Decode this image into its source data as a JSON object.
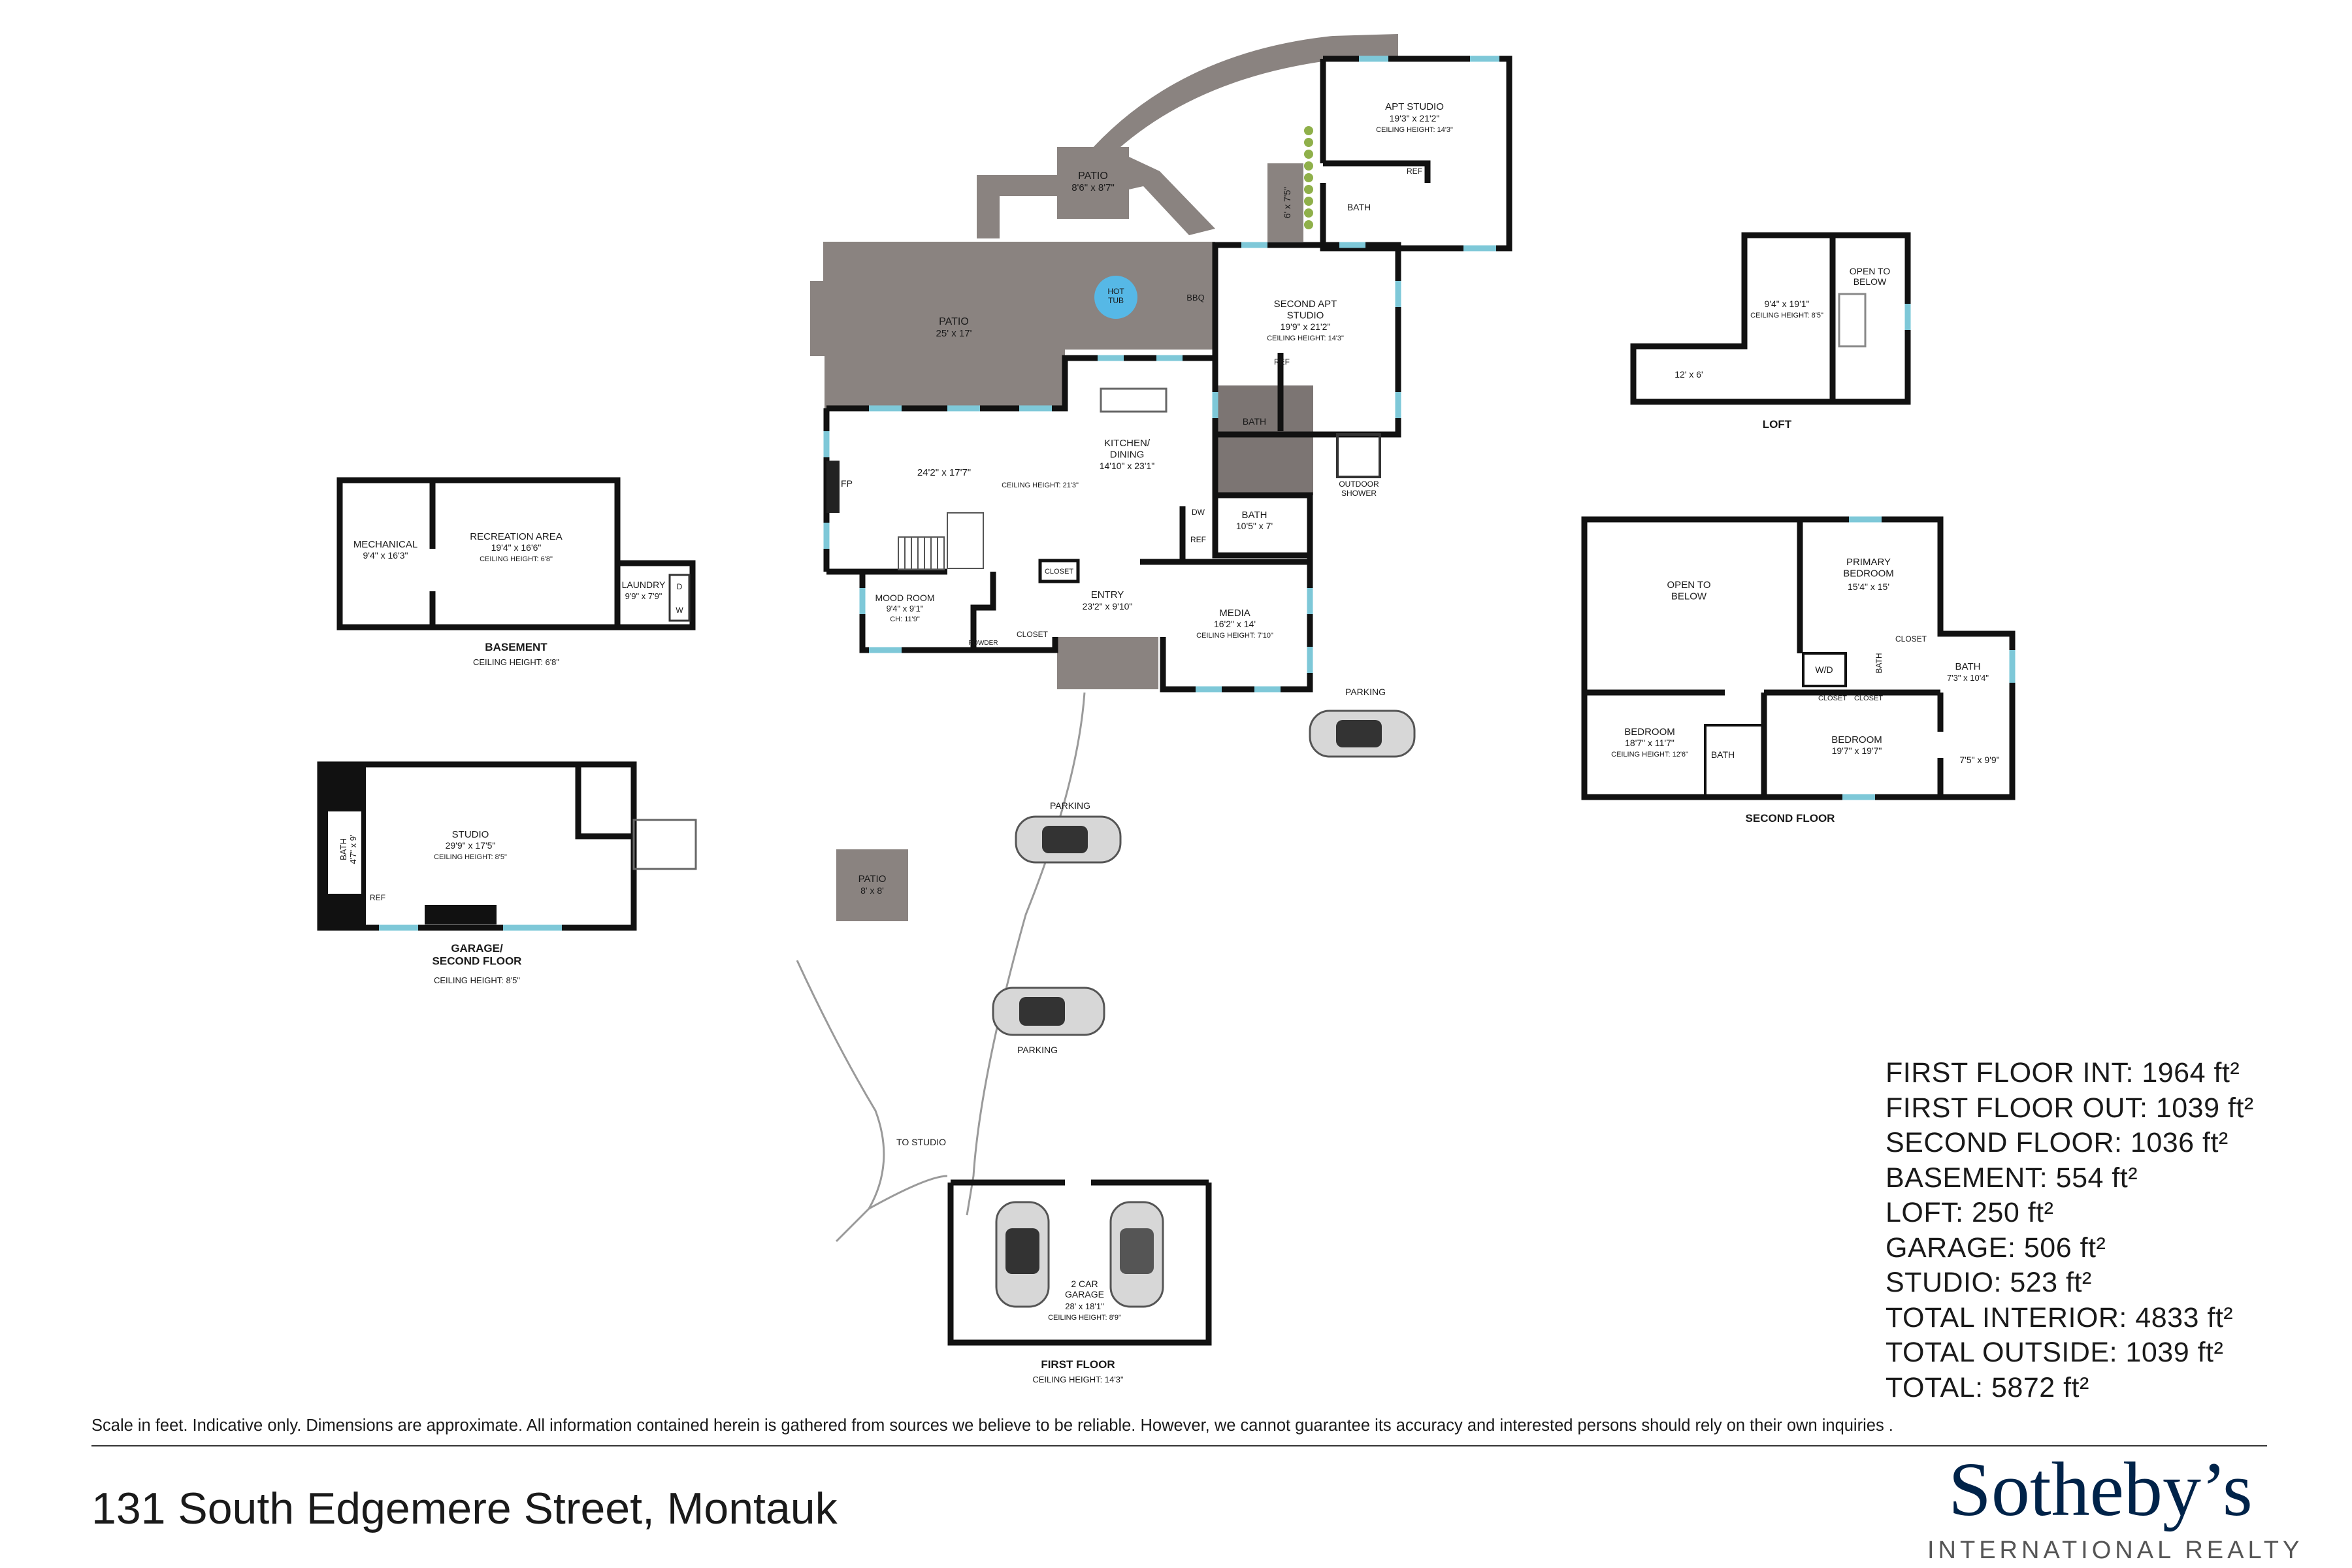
{
  "colors": {
    "wall": "#000000",
    "patio": "#8a8380",
    "window": "#7ec8d8",
    "hot_tub": "#56b8e6",
    "brand": "#002349",
    "tag": "#6b6563"
  },
  "labels": {
    "patio_top": "PATIO",
    "patio_top_dim": "8'6\" x 8'7\"",
    "patio_main": "PATIO",
    "patio_main_dim": "25' x 17'",
    "hot_tub": "HOT\nTUB",
    "bbq": "BBQ",
    "small_dim": "6' x 7'5\"",
    "apt_studio": "APT STUDIO",
    "apt_studio_dim": "19'3\" x 21'2\"",
    "apt_studio_ceiling": "CEILING HEIGHT: 14'3\"",
    "apt_bath": "BATH",
    "apt_ref": "REF",
    "second_apt": "SECOND APT\nSTUDIO",
    "second_apt_dim": "19'9\" x 21'2\"",
    "second_apt_ceiling": "CEILING HEIGHT: 14'3\"",
    "second_apt_ref": "REF",
    "second_apt_bath": "BATH",
    "outdoor_shower": "OUTDOOR\nSHOWER",
    "living_dim": "24'2\" x 17'7\"",
    "fp": "FP",
    "kitchen": "KITCHEN/\nDINING",
    "kitchen_dim": "14'10\" x 23'1\"",
    "kitchen_ceiling": "CEILING HEIGHT: 21'3\"",
    "dw": "DW",
    "ref": "REF",
    "bath": "BATH",
    "bath_dim": "10'5\" x 7'",
    "mood": "MOOD ROOM",
    "mood_dim": "9'4\" x 9'1\"",
    "mood_ceiling": "CH: 11'9\"",
    "closet1": "CLOSET",
    "closet2": "CLOSET",
    "powder": "POWDER",
    "entry": "ENTRY",
    "entry_dim": "23'2\" x 9'10\"",
    "media": "MEDIA",
    "media_dim": "16'2\" x 14'",
    "media_ceiling": "CEILING HEIGHT: 7'10\"",
    "parking1": "PARKING",
    "parking2": "PARKING",
    "parking3": "PARKING",
    "patio_small": "PATIO",
    "patio_small_dim": "8' x 8'",
    "to_studio": "TO STUDIO",
    "garage_car": "2 CAR\nGARAGE",
    "garage_car_dim": "28' x 18'1\"",
    "garage_car_ceiling": "CEILING HEIGHT: 8'9\"",
    "first_floor": "FIRST FLOOR",
    "first_floor_ceiling": "CEILING HEIGHT: 14'3\"",
    "mechanical": "MECHANICAL",
    "mechanical_dim": "9'4\" x 16'3\"",
    "recreation": "RECREATION AREA",
    "recreation_dim": "19'4\" x 16'6\"",
    "recreation_ceiling": "CEILING HEIGHT: 6'8\"",
    "laundry": "LAUNDRY",
    "laundry_dim": "9'9\" x 7'9\"",
    "laundry_d": "D",
    "laundry_w": "W",
    "basement": "BASEMENT",
    "basement_ceiling": "CEILING HEIGHT: 6'8\"",
    "studio": "STUDIO",
    "studio_dim": "29'9\" x 17'5\"",
    "studio_ceiling": "CEILING HEIGHT: 8'5\"",
    "studio_bath": "BATH\n4'7\" x 9'",
    "studio_ref": "REF",
    "garage_second": "GARAGE/\nSECOND FLOOR",
    "garage_second_ceiling": "CEILING HEIGHT: 8'5\"",
    "loft_dim": "9'4\" x 19'1\"",
    "loft_ceiling": "CEILING HEIGHT: 8'5\"",
    "loft_open": "OPEN TO\nBELOW",
    "loft_small": "12' x 6'",
    "loft": "LOFT",
    "sf_open": "OPEN TO\nBELOW",
    "primary": "PRIMARY\nBEDROOM",
    "primary_dim": "15'4\" x 15'",
    "sf_closet1": "CLOSET",
    "sf_wd": "W/D",
    "sf_bath1": "BATH",
    "sf_bath2": "BATH",
    "sf_bath2_dim": "7'3\" x 10'4\"",
    "sf_closet2": "CLOSET",
    "sf_closet3": "CLOSET",
    "bedroom1": "BEDROOM",
    "bedroom1_dim": "18'7\" x 11'7\"",
    "bedroom1_ceiling": "CEILING HEIGHT: 12'6\"",
    "sf_bath3": "BATH",
    "bedroom2": "BEDROOM",
    "bedroom2_dim": "19'7\" x 19'7\"",
    "sf_small": "7'5\" x 9'9\"",
    "second_floor": "SECOND FLOOR"
  },
  "areas": [
    "FIRST FLOOR INT: 1964 ft²",
    "FIRST FLOOR OUT: 1039 ft²",
    "SECOND FLOOR: 1036 ft²",
    "BASEMENT: 554 ft²",
    "LOFT: 250 ft²",
    "GARAGE: 506 ft²",
    "STUDIO: 523 ft²",
    "TOTAL INTERIOR: 4833 ft²",
    "TOTAL OUTSIDE: 1039 ft²",
    "TOTAL: 5872 ft²"
  ],
  "footer": {
    "disclaimer": "Scale in feet. Indicative only. Dimensions are approximate. All information contained herein is gathered from sources we believe to be reliable. However, we cannot guarantee its accuracy and interested persons should rely on their own inquiries .",
    "address": "131 South Edgemere Street, Montauk",
    "brand_name": "Sotheby’s",
    "brand_sub": "INTERNATIONAL REALTY"
  }
}
